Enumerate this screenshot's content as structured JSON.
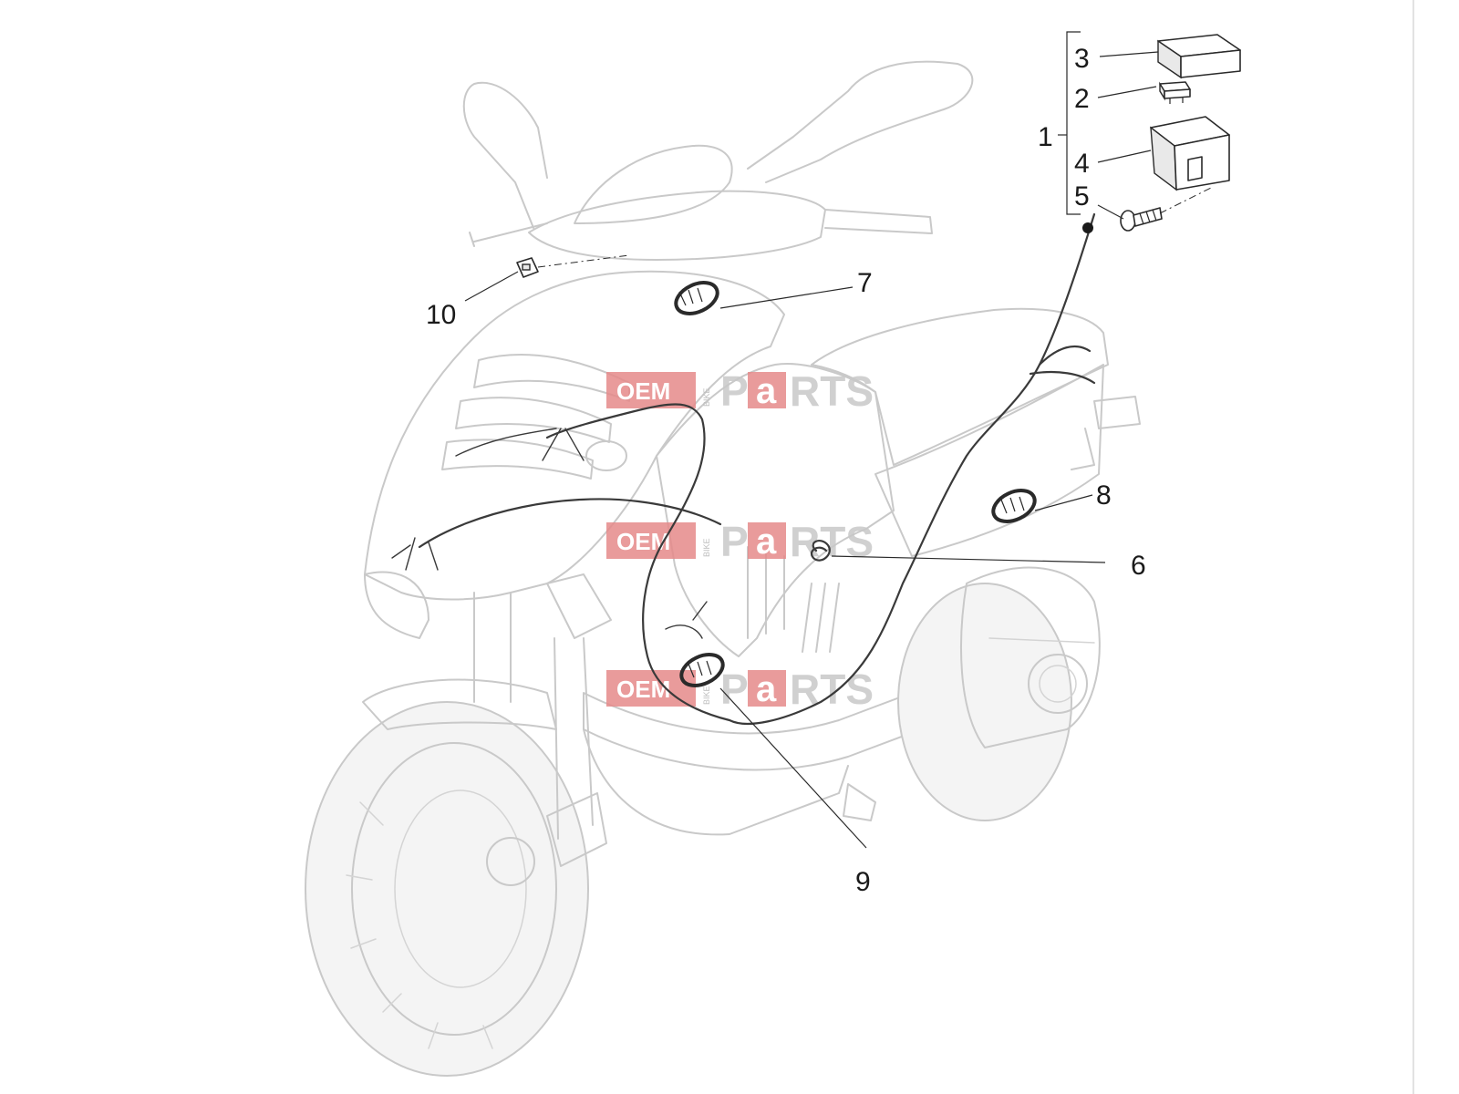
{
  "diagram": {
    "callouts": [
      {
        "id": "1",
        "label": "1"
      },
      {
        "id": "2",
        "label": "2"
      },
      {
        "id": "3",
        "label": "3"
      },
      {
        "id": "4",
        "label": "4"
      },
      {
        "id": "5",
        "label": "5"
      },
      {
        "id": "6",
        "label": "6"
      },
      {
        "id": "7",
        "label": "7"
      },
      {
        "id": "8",
        "label": "8"
      },
      {
        "id": "9",
        "label": "9"
      },
      {
        "id": "10",
        "label": "10"
      }
    ],
    "watermark": {
      "oem": "OEM",
      "bike": "BIKE",
      "p": "P",
      "a": "a",
      "rts": "RTS"
    },
    "colors": {
      "watermark_accent": "#e58a8a",
      "ghost_outline": "#c9c9c9",
      "highlight_part": "#2a2a2a"
    }
  }
}
